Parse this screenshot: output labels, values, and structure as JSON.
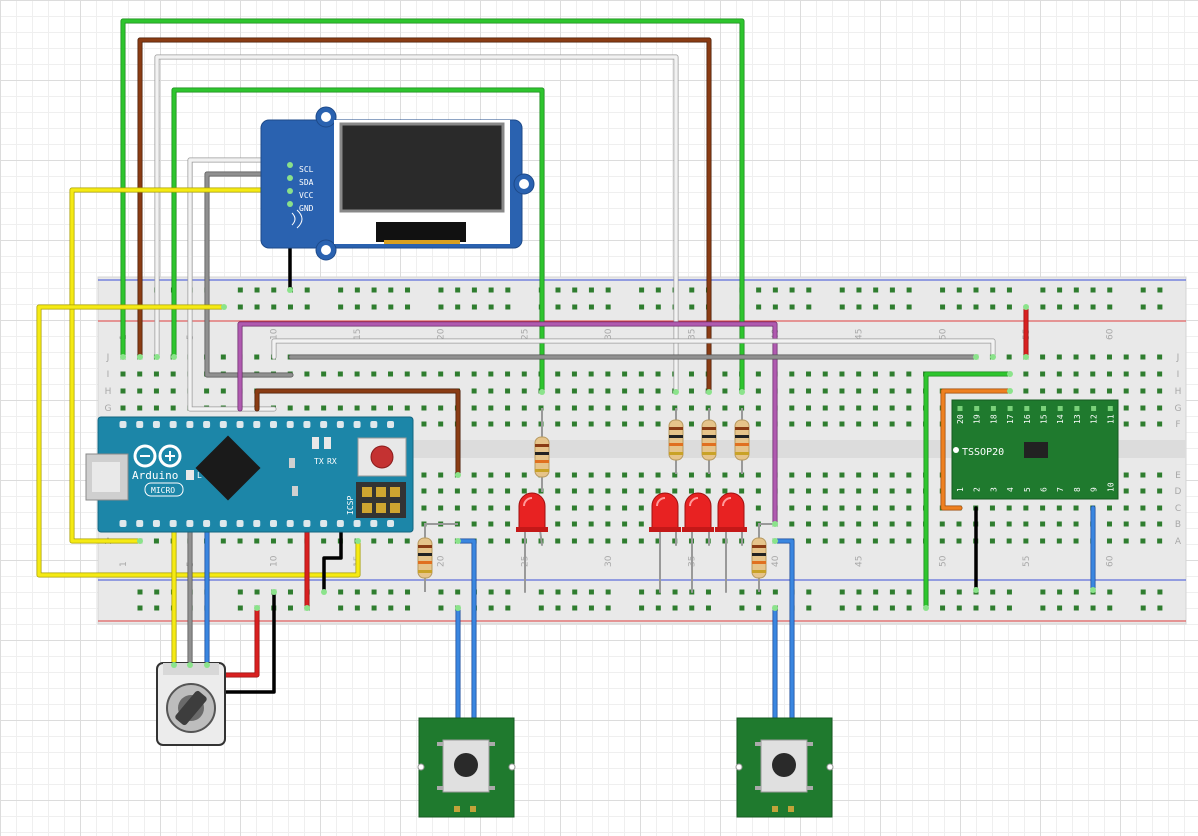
{
  "oled": {
    "pins": [
      "SCL",
      "SDA",
      "VCC",
      "GND"
    ]
  },
  "arduino": {
    "brand": "Arduino",
    "model": "MICRO",
    "led_l": "L",
    "led_tx": "TX",
    "led_rx": "RX",
    "icsp": "ICSP"
  },
  "chip": {
    "label": "TSSOP20",
    "top_pins": [
      "20",
      "19",
      "18",
      "17",
      "16",
      "15",
      "14",
      "13",
      "12",
      "11"
    ],
    "bottom_pins": [
      "1",
      "2",
      "3",
      "4",
      "5",
      "6",
      "7",
      "8",
      "9",
      "10"
    ]
  },
  "breadboard": {
    "row_labels_top": [
      "J",
      "I",
      "H",
      "G",
      "F"
    ],
    "row_labels_bottom": [
      "E",
      "D",
      "C",
      "B",
      "A"
    ],
    "column_numbers": [
      "1",
      "5",
      "10",
      "15",
      "20",
      "25",
      "30",
      "35",
      "40",
      "45",
      "50",
      "55",
      "60"
    ]
  },
  "colors": {
    "breadboard": "#e8e8e8",
    "hole": "#2f7d2f",
    "arduino": "#1b7fa0",
    "oled_board": "#245da8",
    "module_pcb": "#1f7a2e",
    "wire_yellow": "#f2e60f",
    "wire_green": "#22b322",
    "wire_brown": "#7a3511",
    "wire_white": "#ececec",
    "wire_gray": "#8c8c8c",
    "wire_purple": "#a64ca6",
    "wire_blue": "#2f6fd1",
    "wire_red": "#d21b1b",
    "wire_black": "#1a1a1a",
    "wire_orange": "#e0731b",
    "led_red": "#e22020"
  }
}
